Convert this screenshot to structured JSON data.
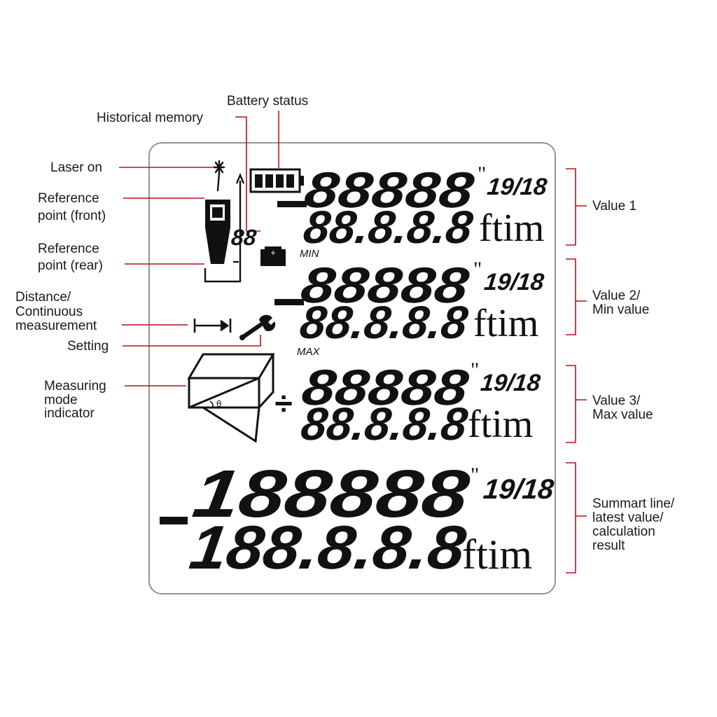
{
  "colors": {
    "leader": "#b5121b",
    "ink": "#111111",
    "frame": "#888888"
  },
  "labels": {
    "battery_status": "Battery status",
    "historical_memory": "Historical memory",
    "laser_on": "Laser on",
    "reference_front_1": "Reference",
    "reference_front_2": "point (front)",
    "reference_rear_1": "Reference",
    "reference_rear_2": "point (rear)",
    "distance_1": "Distance/",
    "distance_2": "Continuous",
    "distance_3": "measurement",
    "setting": "Setting",
    "mode_1": "Measuring",
    "mode_2": "mode",
    "mode_3": "indicator",
    "value1": "Value 1",
    "value2_1": "Value 2/",
    "value2_2": "Min value",
    "value3_1": "Value 3/",
    "value3_2": "Max value",
    "summary_1": "Summart line/",
    "summary_2": "latest value/",
    "summary_3": "calculation",
    "summary_4": "result"
  },
  "display": {
    "memory_digits": "88",
    "min_tag": "MIN",
    "max_tag": "MAX",
    "theta": "θ",
    "row1_sign": "-",
    "row1_digits": "88888",
    "row1_lower": "88.8.8.8",
    "row2_sign": "-",
    "row2_digits": "88888",
    "row2_lower": "88.8.8.8",
    "row3_sign": "÷",
    "row3_digits": "88888",
    "row3_lower": "88.8.8.8",
    "row4_sign": "-",
    "row4_digits": "188888",
    "row4_lower": "188.8.8.8",
    "inch_mark": "\"",
    "fraction": "19/18",
    "units": "ftim"
  }
}
